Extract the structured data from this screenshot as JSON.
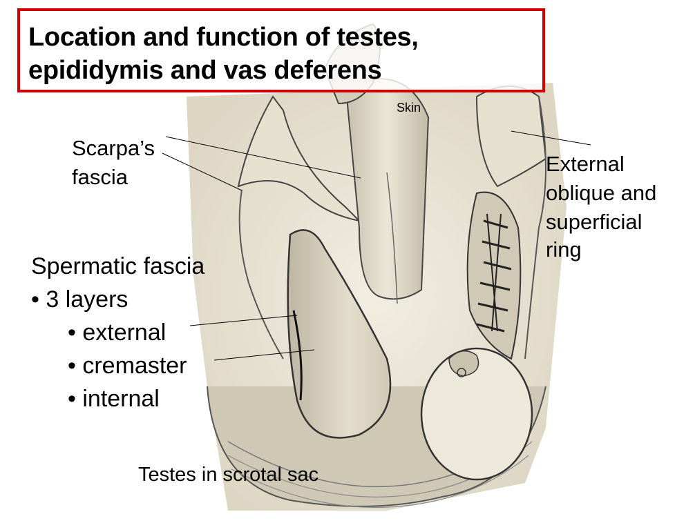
{
  "title": {
    "line1": "Location and function of testes,",
    "line2": "epididymis and vas deferens"
  },
  "labels": {
    "skin": "Skin",
    "scarpas_line1": "Scarpa’s",
    "scarpas_line2": "fascia",
    "external_line1": "External",
    "external_line2": "oblique and",
    "external_line3": "superficial",
    "external_line4": "ring",
    "spermatic_heading": "Spermatic fascia",
    "bullet_layers": "• 3 layers",
    "bullet_external": "• external",
    "bullet_cremaster": "• cremaster",
    "bullet_internal": "• internal",
    "testes_caption": "Testes in scrotal sac"
  },
  "colors": {
    "title_border": "#d40000",
    "sketch_bg": "#ece7d8",
    "ink": "#2a2a2a"
  }
}
